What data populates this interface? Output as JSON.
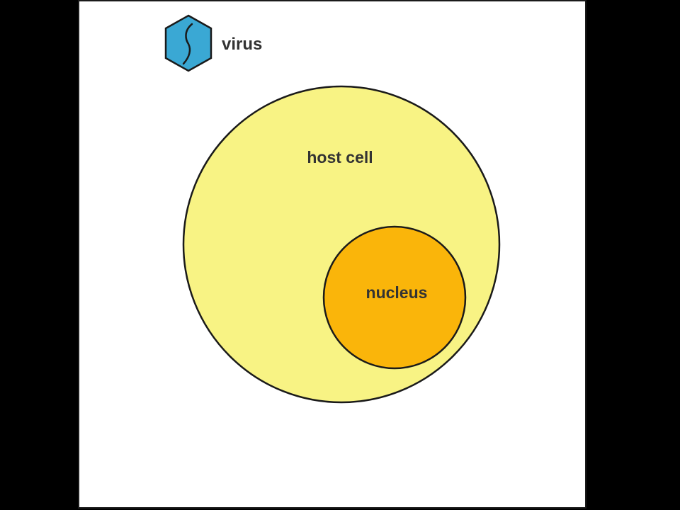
{
  "diagram": {
    "virus": {
      "label": "virus",
      "icon": "virus-hexagon-icon",
      "fill": "#3aa8d4",
      "stroke": "#1a1a1a"
    },
    "host_cell": {
      "label": "host cell",
      "fill": "#f8f384",
      "stroke": "#1a1a1a"
    },
    "nucleus": {
      "label": "nucleus",
      "fill": "#fab50a",
      "stroke": "#1a1a1a"
    }
  }
}
